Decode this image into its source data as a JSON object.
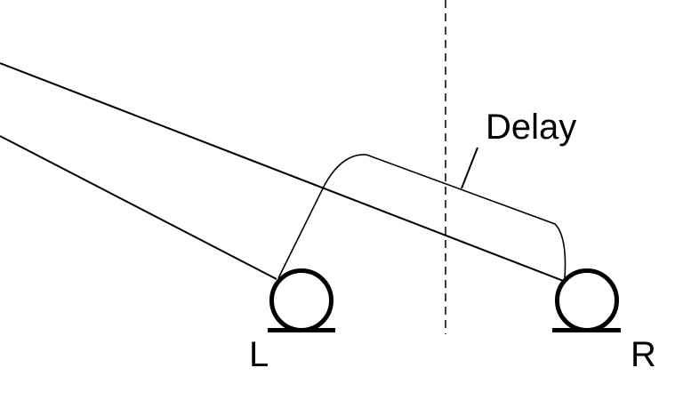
{
  "diagram": {
    "delay_label": "Delay",
    "left_label": "L",
    "right_label": "R",
    "colors": {
      "line": "#000000",
      "background": "#ffffff"
    }
  }
}
